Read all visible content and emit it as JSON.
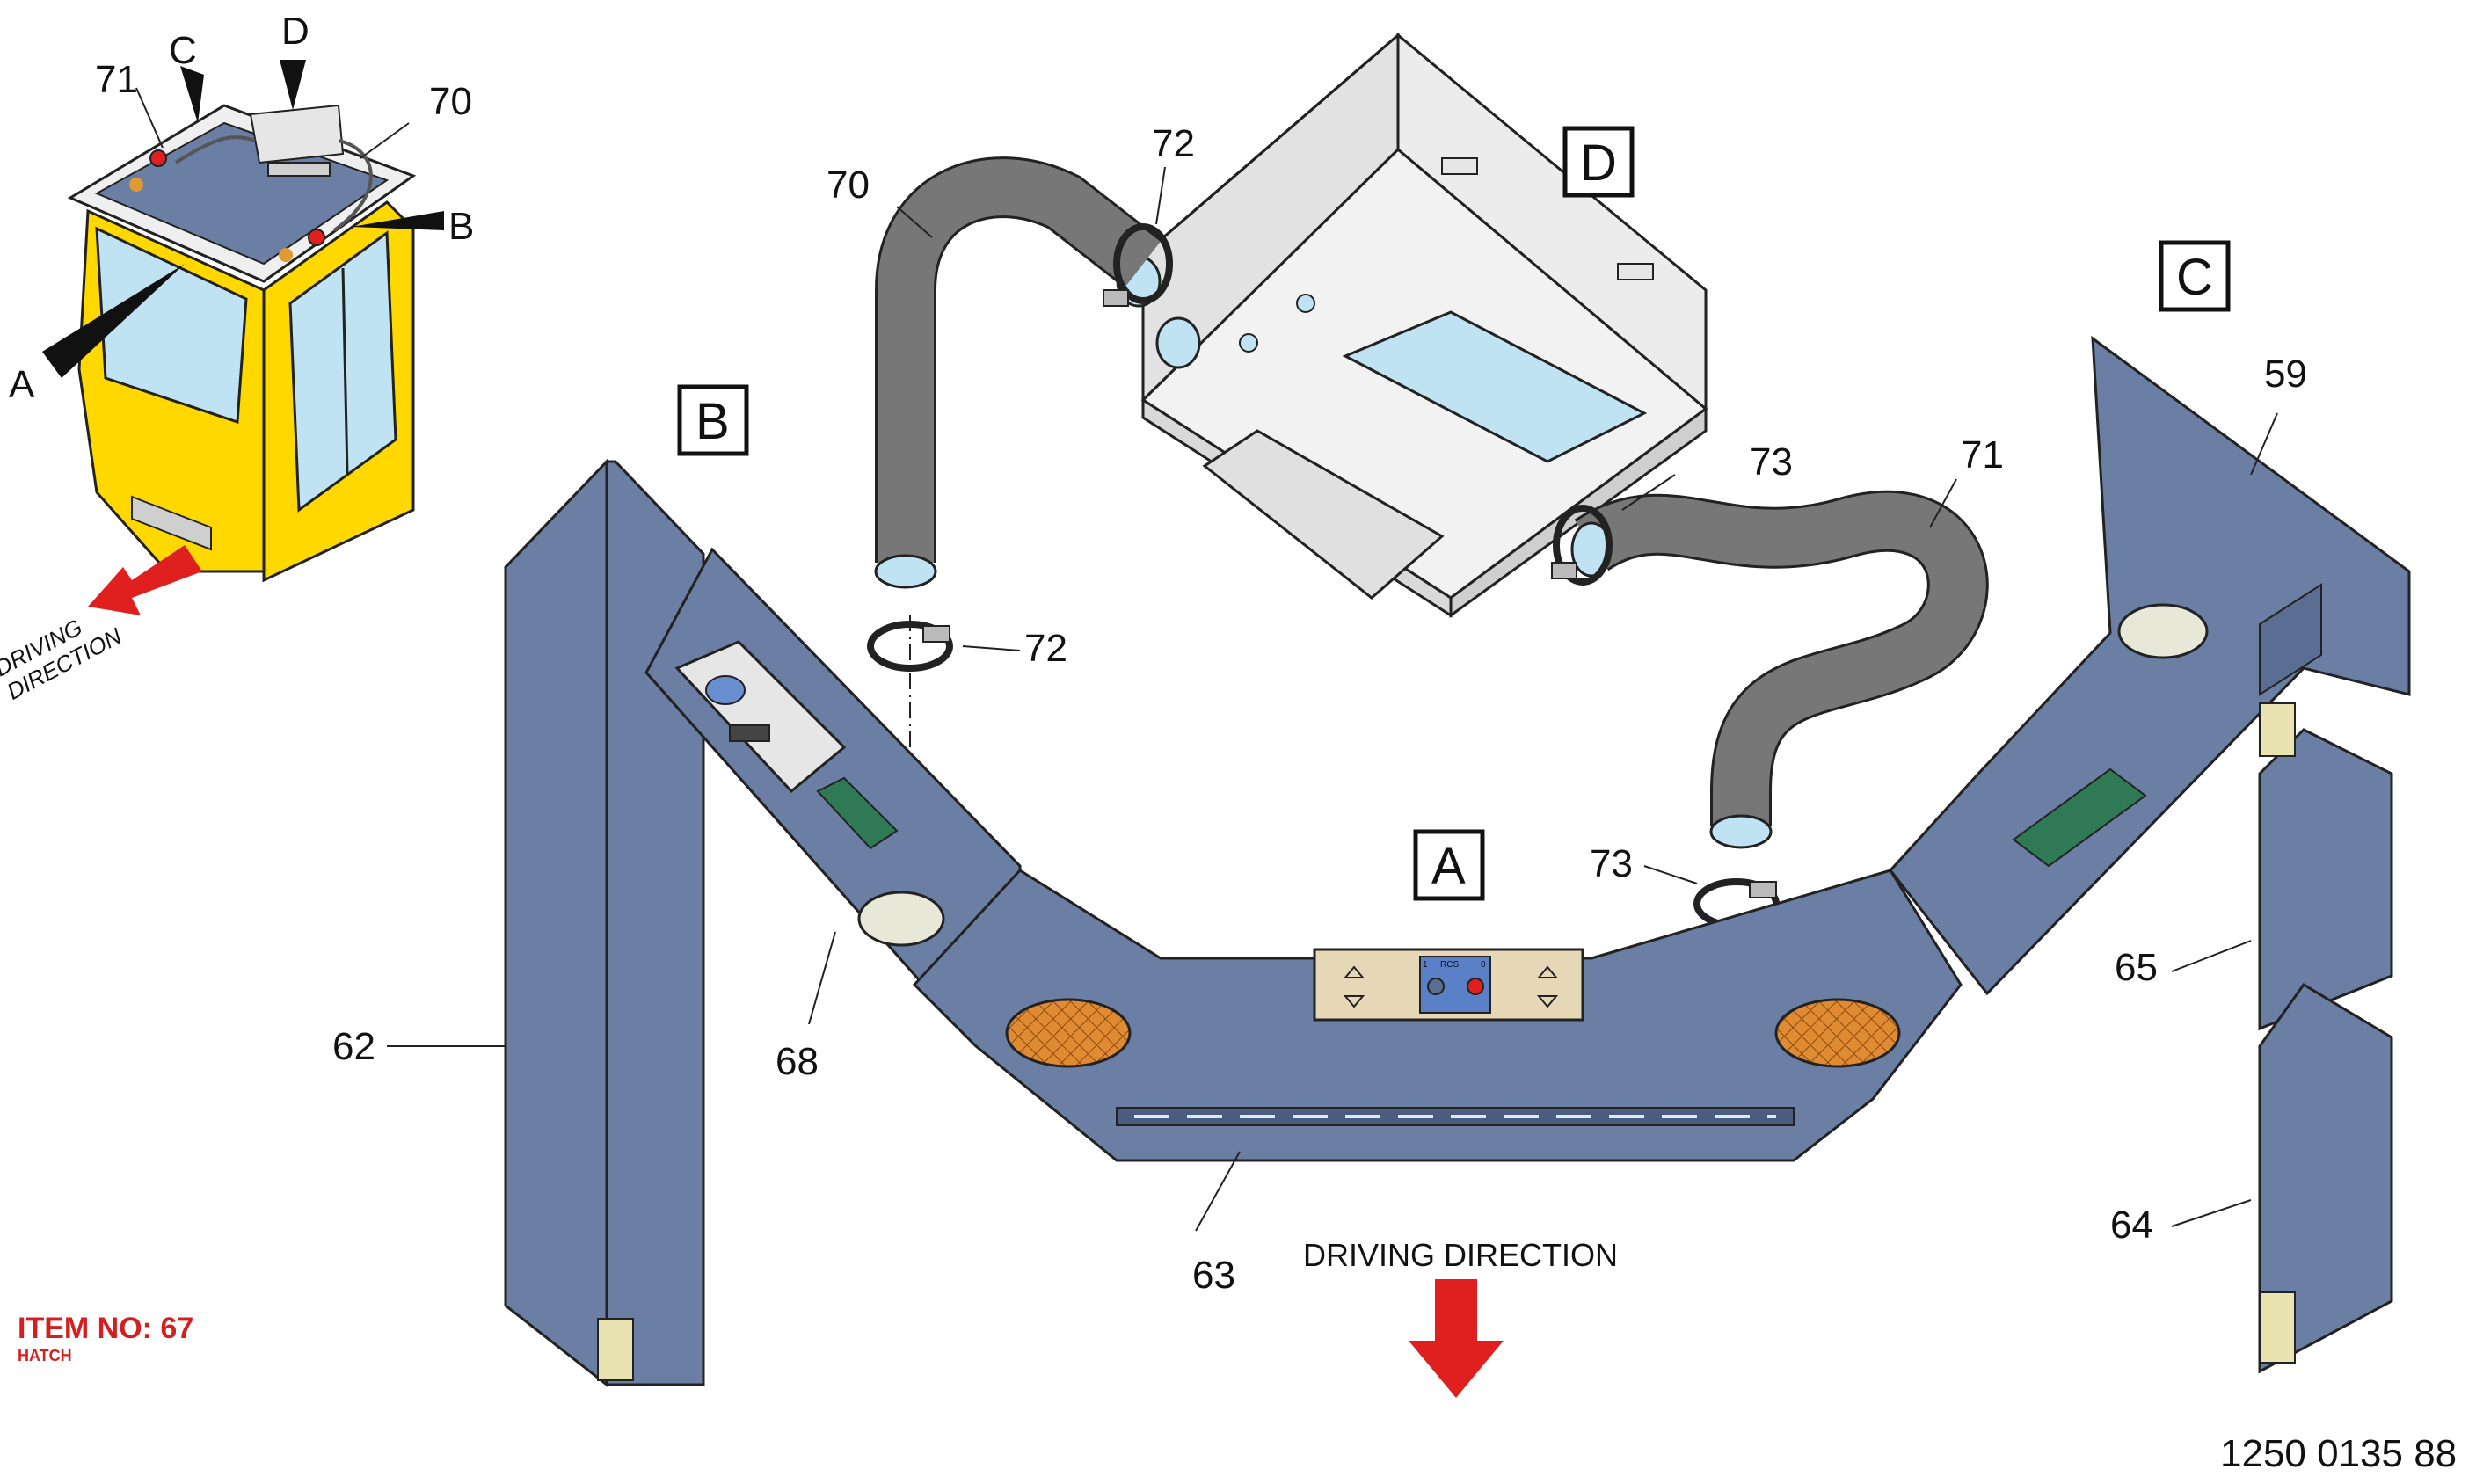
{
  "colors": {
    "panel": "#6a7fa3",
    "panel_dark": "#4a5d80",
    "cab_yellow": "#ffd800",
    "hose": "#6d6d6d",
    "hvac_box": "#ebebeb",
    "glass": "#bfe3f3",
    "arrow_red": "#e01f1f",
    "speaker": "#e08a32",
    "light": "#e8e8d8",
    "exit_sign": "#2f7a55",
    "item_text": "#d31f1f"
  },
  "views": {
    "A": "A",
    "B": "B",
    "C": "C",
    "D": "D"
  },
  "overview": {
    "letters": {
      "A": "A",
      "B": "B",
      "C": "C",
      "D": "D"
    },
    "numbers": {
      "n71": "71",
      "n70": "70"
    },
    "driving_line1": "DRIVING",
    "driving_line2": "DIRECTION"
  },
  "callouts": {
    "n59": "59",
    "n62": "62",
    "n63": "63",
    "n64": "64",
    "n65": "65",
    "n68": "68",
    "n70": "70",
    "n71": "71",
    "n72_top": "72",
    "n72_clamp": "72",
    "n73_top": "73",
    "n73_clamp": "73"
  },
  "control_panel": {
    "rcs": "RCS",
    "one": "1",
    "zero": "0"
  },
  "driving_direction": "DRIVING DIRECTION",
  "item_no": "ITEM NO: 67",
  "item_sub": "HATCH",
  "doc_number": "1250 0135 88"
}
